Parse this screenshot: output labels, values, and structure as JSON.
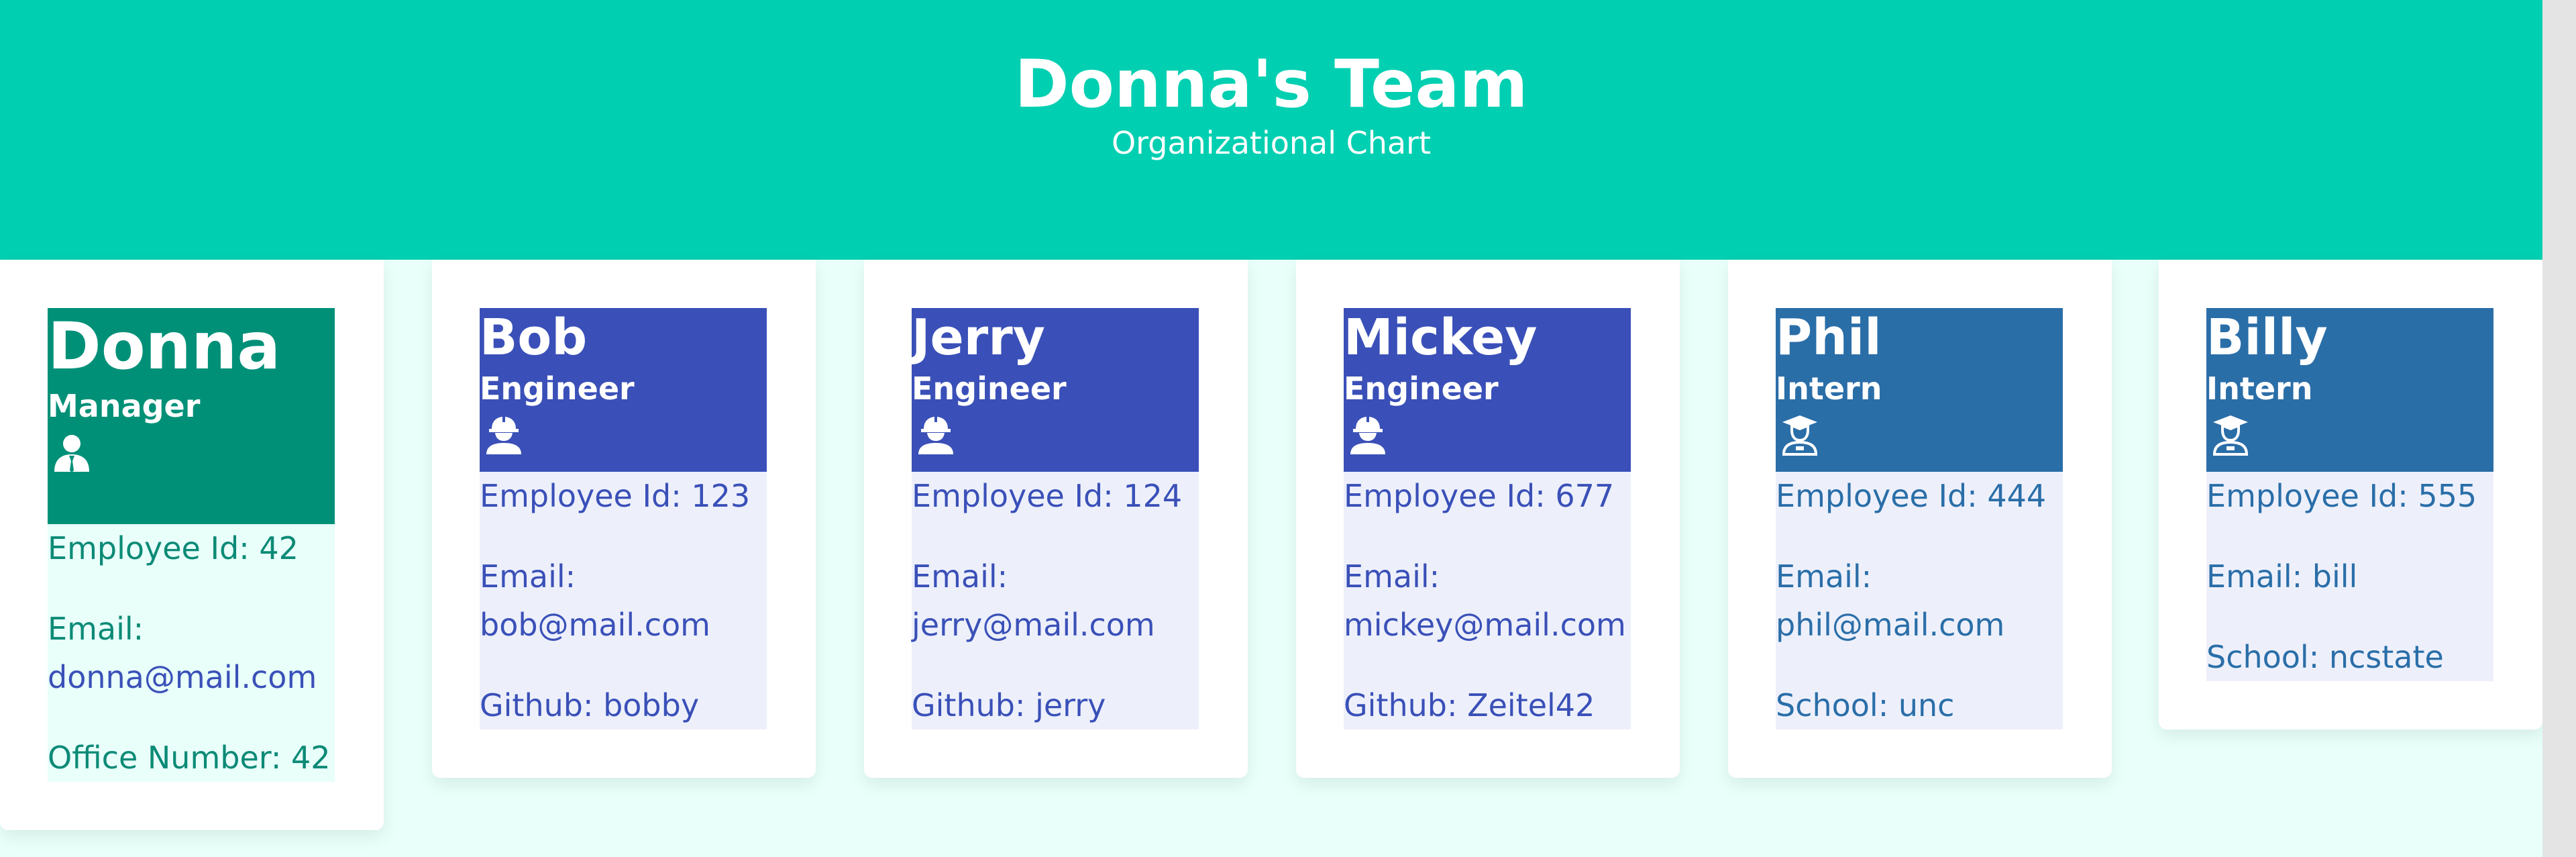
{
  "header": {
    "title": "Donna's Team",
    "subtitle": "Organizational Chart"
  },
  "colors": {
    "header_bg": "#00cfb1",
    "page_bg": "#e8fffa",
    "manager_head": "#009078",
    "manager_body": "#e8fffa",
    "manager_text": "#0b8a76",
    "engineer_head": "#3a50b8",
    "engineer_body": "#edf0fb",
    "engineer_text": "#3a50b8",
    "intern_head": "#2a6ea8",
    "intern_body": "#edf0fb",
    "intern_text": "#2a6ea8"
  },
  "employees": [
    {
      "name": "Donna",
      "role": "Manager",
      "icon": "manager-icon",
      "id_text": "Employee Id: 42",
      "email_label": "Email:",
      "email": "donna@mail.com",
      "extra": "Office Number: 42"
    },
    {
      "name": "Bob",
      "role": "Engineer",
      "icon": "engineer-hardhat-icon",
      "id_text": "Employee Id: 123",
      "email_label": "Email:",
      "email": "bob@mail.com",
      "extra": "Github: bobby"
    },
    {
      "name": "Jerry",
      "role": "Engineer",
      "icon": "engineer-hardhat-icon",
      "id_text": "Employee Id: 124",
      "email_label": "Email:",
      "email": "jerry@mail.com",
      "extra": "Github: jerry"
    },
    {
      "name": "Mickey",
      "role": "Engineer",
      "icon": "engineer-hardhat-icon",
      "id_text": "Employee Id: 677",
      "email_label": "Email:",
      "email": "mickey@mail.com",
      "extra": "Github: Zeitel42"
    },
    {
      "name": "Phil",
      "role": "Intern",
      "icon": "graduate-icon",
      "id_text": "Employee Id: 444",
      "email_label": "Email:",
      "email": "phil@mail.com",
      "extra": "School: unc"
    },
    {
      "name": "Billy",
      "role": "Intern",
      "icon": "graduate-icon",
      "id_text": "Employee Id: 555",
      "email_label": "Email: bill",
      "email": "",
      "extra": "School: ncstate"
    }
  ]
}
